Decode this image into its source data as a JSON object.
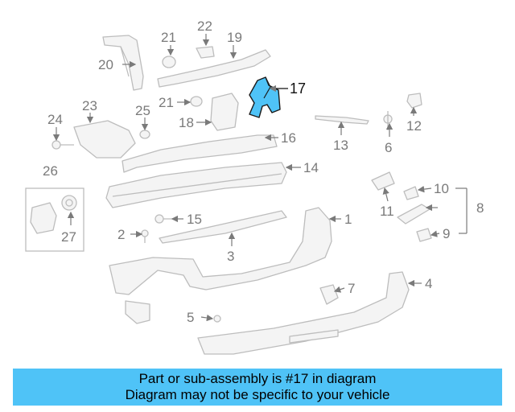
{
  "diagram": {
    "highlighted_part": "17",
    "callouts": {
      "c1": "1",
      "c2": "2",
      "c3": "3",
      "c4": "4",
      "c5": "5",
      "c6": "6",
      "c7": "7",
      "c8": "8",
      "c9": "9",
      "c10": "10",
      "c11": "11",
      "c12": "12",
      "c13": "13",
      "c14": "14",
      "c15": "15",
      "c16": "16",
      "c17": "17",
      "c18": "18",
      "c19": "19",
      "c20": "20",
      "c21a": "21",
      "c21b": "21",
      "c22": "22",
      "c23": "23",
      "c24": "24",
      "c25": "25",
      "c26": "26",
      "c27": "27"
    }
  },
  "banner": {
    "line1": "Part or sub-assembly is #17 in diagram",
    "line2": "Diagram may not be specific to your vehicle",
    "color": "#4fc3f7"
  },
  "colors": {
    "highlight": "#4fc3f7",
    "line_art": "#bdbdbd",
    "callout_text": "#7a7a7a"
  }
}
